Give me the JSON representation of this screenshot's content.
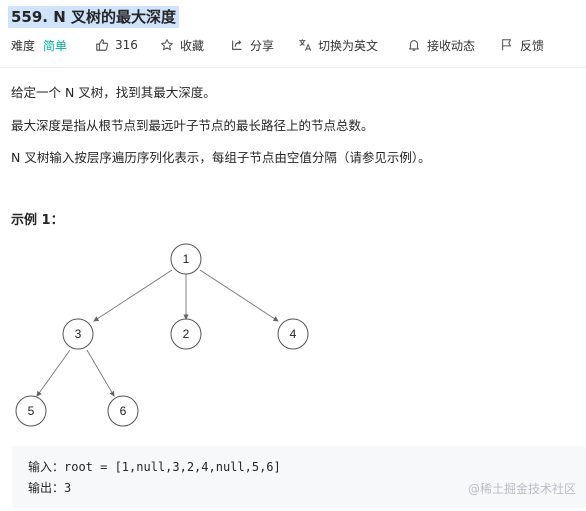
{
  "problem": {
    "title": "559. N 叉树的最大深度"
  },
  "meta": {
    "difficulty_label": "难度",
    "difficulty_value": "简单",
    "likes": "316",
    "favorite": "收藏",
    "share": "分享",
    "translate": "切换为英文",
    "subscribe": "接收动态",
    "feedback": "反馈",
    "icons": [
      "thumbs-up-icon",
      "star-icon",
      "share-icon",
      "translate-icon",
      "bell-icon",
      "flag-icon"
    ]
  },
  "description": {
    "p1": "给定一个 N 叉树，找到其最大深度。",
    "p2": "最大深度是指从根节点到最远叶子节点的最长路径上的节点总数。",
    "p3": "N 叉树输入按层序遍历序列化表示，每组子节点由空值分隔（请参见示例）。"
  },
  "example": {
    "title": "示例 1：",
    "tree_nodes": [
      "1",
      "3",
      "2",
      "4",
      "5",
      "6"
    ],
    "input_line": "输入：root = [1,null,3,2,4,null,5,6]",
    "output_line": "输出：3"
  },
  "watermark": "@稀土掘金技术社区",
  "colors": {
    "accent_easy": "#00af9b",
    "title_highlight": "#cfe3fb",
    "code_bg": "#f7f8fa"
  }
}
